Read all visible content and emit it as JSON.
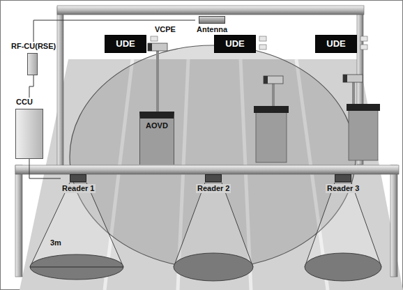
{
  "diagram": {
    "nodes": [
      {
        "text": [
          "UDE"
        ]
      },
      {
        "text": [
          "Antenna"
        ]
      },
      {
        "text": [
          "UDE"
        ]
      },
      {
        "text": [
          "UDE"
        ]
      },
      {
        "text": [
          "RF-CU(RSE)"
        ]
      },
      {
        "text": [
          "CCU"
        ]
      },
      {
        "text": [
          "AOVD"
        ]
      },
      {
        "text": [
          "Reader 1"
        ]
      },
      {
        "text": [
          "Reader 2"
        ]
      },
      {
        "text": [
          "Reader 3"
        ]
      }
    ],
    "edges": [
      {
        "from": 4,
        "to": 5,
        "arrow": "none"
      },
      {
        "from": 4,
        "to": 1,
        "arrow": "none"
      },
      {
        "from": 5,
        "to": 7,
        "arrow": "none"
      }
    ],
    "labels": [
      "VCPE",
      "3m"
    ]
  }
}
